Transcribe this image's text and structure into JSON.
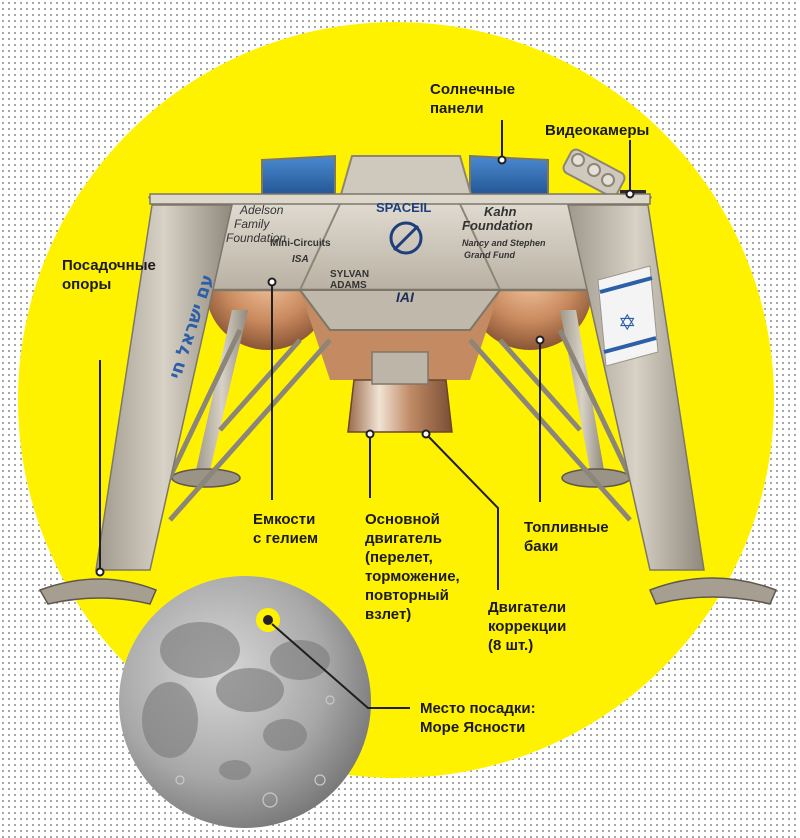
{
  "colors": {
    "accent_yellow": "#fff200",
    "lander_metal": "#c9c2b6",
    "panel_blue": "#2f6fb5",
    "moon_gray": "#9b9b9b",
    "line_dark": "#333333"
  },
  "labels": {
    "solar_panels": "Солнечные\nпанели",
    "video_cameras": "Видеокамеры",
    "landing_legs": "Посадочные\nопоры",
    "helium_tanks": "Емкости\nс гелием",
    "main_engine": "Основной\nдвигатель\n(перелет,\nторможение,\nповторный\nвзлет)",
    "fuel_tanks": "Топливные\nбаки",
    "thrusters": "Двигатели\nкоррекции\n(8 шт.)",
    "landing_site": "Место посадки:\nМоре Ясности"
  },
  "lander_markings": {
    "spaceil": "SPACEIL",
    "adelson_line1": "Adelson",
    "adelson_line2": "Family",
    "adelson_line3": "Foundation",
    "minicircuits": "Mini-Circuits",
    "isa": "ISA",
    "sylvan_line1": "SYLVAN",
    "sylvan_line2": "ADAMS",
    "kahn_line1": "Kahn",
    "kahn_line2": "Foundation",
    "nancy_line1": "Nancy and Stephen",
    "nancy_line2": "Grand Fund",
    "iai": "IAI",
    "hebrew_slogan": "עם ישראל חי"
  }
}
